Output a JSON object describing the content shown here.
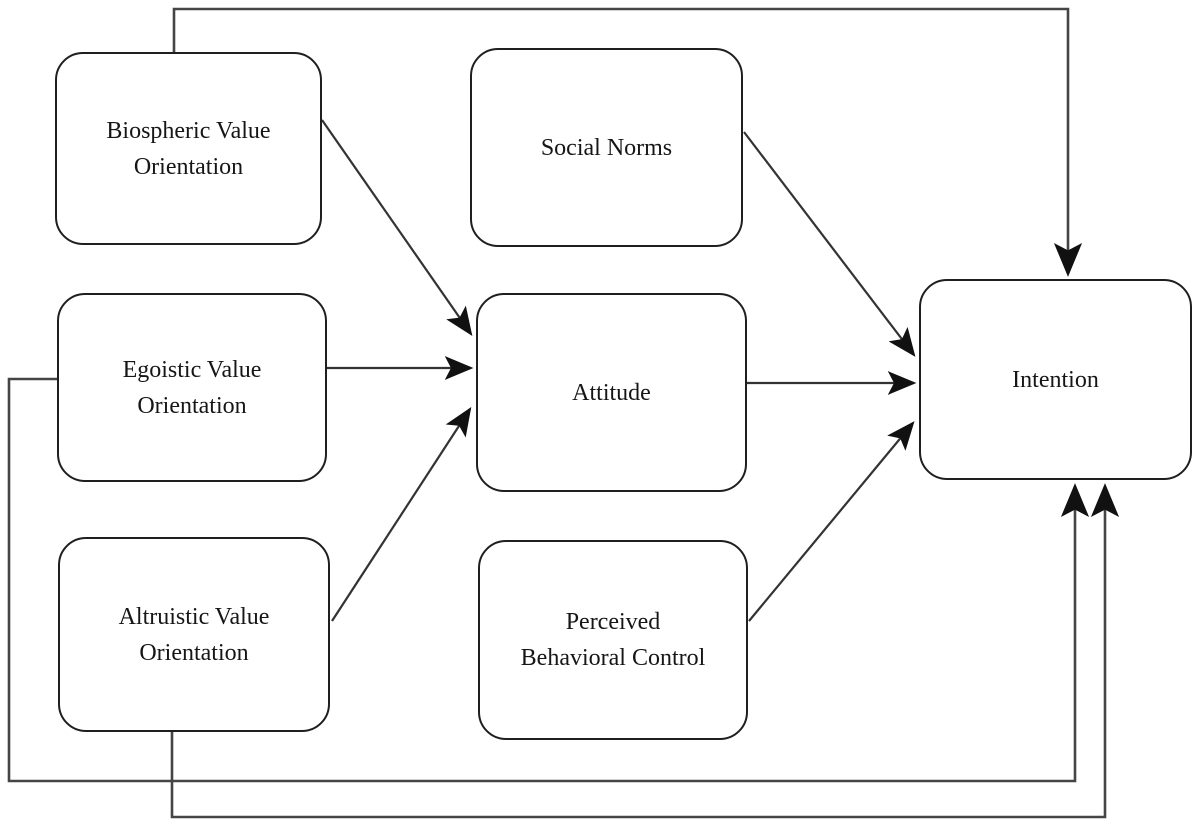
{
  "diagram": {
    "type": "path-model",
    "background": "#ffffff",
    "nodes": [
      {
        "id": "biospheric",
        "label": "Biospheric Value Orientation"
      },
      {
        "id": "social_norms",
        "label": "Social Norms"
      },
      {
        "id": "egoistic",
        "label": "Egoistic Value Orientation"
      },
      {
        "id": "attitude",
        "label": "Attitude"
      },
      {
        "id": "intention",
        "label": "Intention"
      },
      {
        "id": "altruistic",
        "label": "Altruistic Value Orientation"
      },
      {
        "id": "pbc",
        "label": "Perceived Behavioral Control"
      }
    ],
    "edges": [
      {
        "from": "Biospheric Value Orientation",
        "to": "Attitude",
        "route": "diagonal"
      },
      {
        "from": "Egoistic Value Orientation",
        "to": "Attitude",
        "route": "straight"
      },
      {
        "from": "Altruistic Value Orientation",
        "to": "Attitude",
        "route": "diagonal"
      },
      {
        "from": "Social Norms",
        "to": "Intention",
        "route": "diagonal"
      },
      {
        "from": "Attitude",
        "to": "Intention",
        "route": "straight"
      },
      {
        "from": "Perceived Behavioral Control",
        "to": "Intention",
        "route": "diagonal"
      },
      {
        "from": "Biospheric Value Orientation",
        "to": "Intention",
        "route": "around-top"
      },
      {
        "from": "Egoistic Value Orientation",
        "to": "Intention",
        "route": "around-left-bottom"
      },
      {
        "from": "Altruistic Value Orientation",
        "to": "Intention",
        "route": "around-bottom"
      }
    ],
    "colors": {
      "box_border": "#1f1f1f",
      "line": "#333333",
      "text": "#161616",
      "background": "#ffffff"
    }
  }
}
